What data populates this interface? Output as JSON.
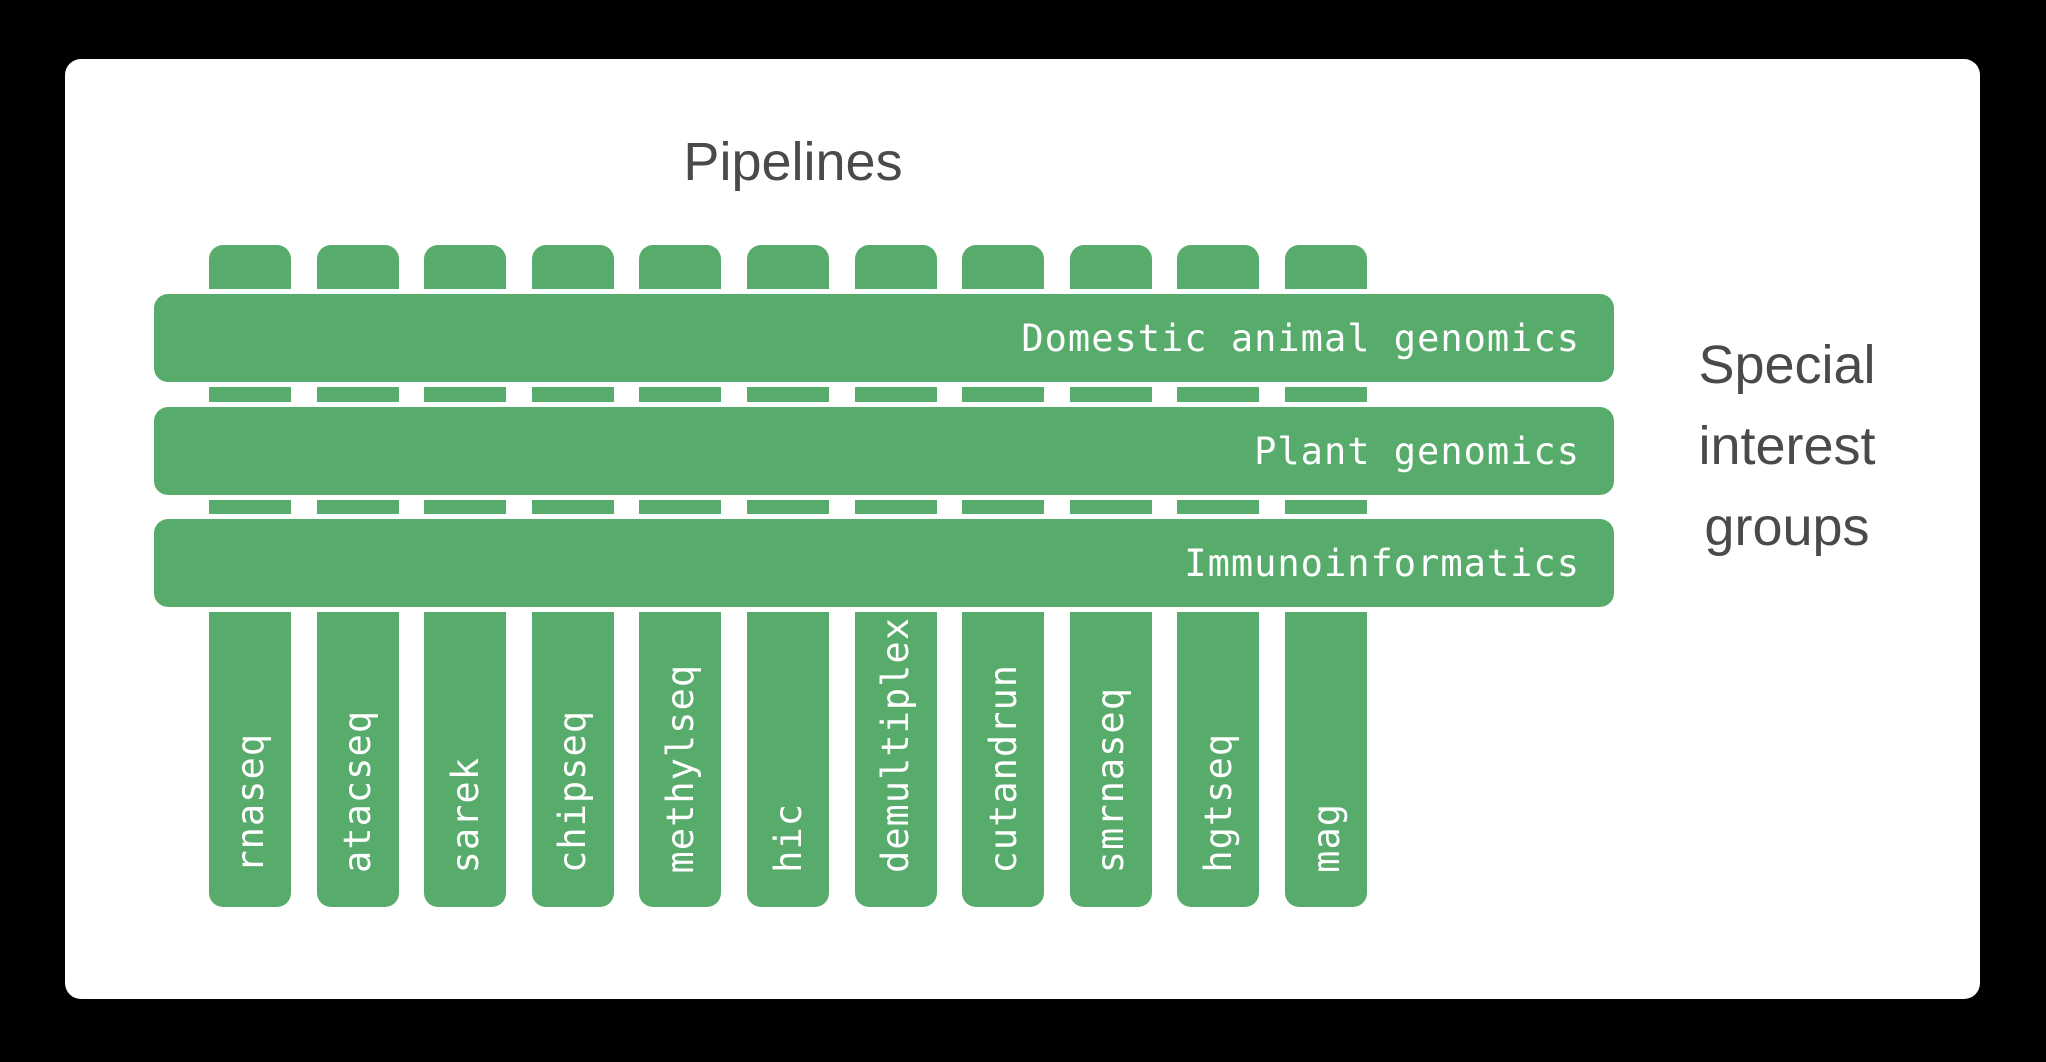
{
  "titles": {
    "pipelines": "Pipelines",
    "side_label": "Special interest groups",
    "side_label_lines": [
      "Special",
      "interest",
      "groups"
    ]
  },
  "pipelines": [
    "rnaseq",
    "atacseq",
    "sarek",
    "chipseq",
    "methylseq",
    "hic",
    "demultiplex",
    "cutandrun",
    "smrnaseq",
    "hgtseq",
    "mag"
  ],
  "special_interest_groups": [
    "Domestic animal genomics",
    "Plant genomics",
    "Immunoinformatics"
  ],
  "colors": {
    "green": "#57ab6b",
    "bar_text": "#ffffff",
    "heading_text": "#4a4a4a",
    "card_background": "#ffffff",
    "page_background": "#000000"
  }
}
